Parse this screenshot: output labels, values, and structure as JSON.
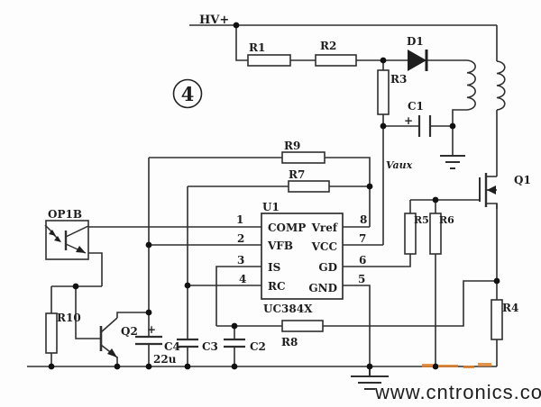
{
  "colors": {
    "line": "#2f2f2f",
    "background": "#fdfdfd",
    "watermark_green": "#a3cba0",
    "watermark_orange": "#e0812c"
  },
  "nets": {
    "hv_rail": "HV+",
    "vaux": "Vaux",
    "circled_number": "4"
  },
  "components": {
    "r1": "R1",
    "r2": "R2",
    "r3": "R3",
    "r4": "R4",
    "r5": "R5",
    "r6": "R6",
    "r7": "R7",
    "r8": "R8",
    "r9": "R9",
    "r10": "R10",
    "c1": "C1",
    "c2": "C2",
    "c3": "C3",
    "c4": "C4",
    "c4_value": "22u",
    "c1_polarity": "+",
    "c4_polarity": "+",
    "d1": "D1",
    "q1": "Q1",
    "q2": "Q2",
    "opto": "OP1B"
  },
  "ic": {
    "ref": "U1",
    "part": "UC384X",
    "left_pins": [
      {
        "num": "1",
        "name": "COMP"
      },
      {
        "num": "2",
        "name": "VFB"
      },
      {
        "num": "3",
        "name": "IS"
      },
      {
        "num": "4",
        "name": "RC"
      }
    ],
    "right_pins": [
      {
        "num": "8",
        "name": "Vref"
      },
      {
        "num": "7",
        "name": "VCC"
      },
      {
        "num": "6",
        "name": "GD"
      },
      {
        "num": "5",
        "name": "GND"
      }
    ]
  },
  "watermark": {
    "text": "www.cntronics.com"
  }
}
